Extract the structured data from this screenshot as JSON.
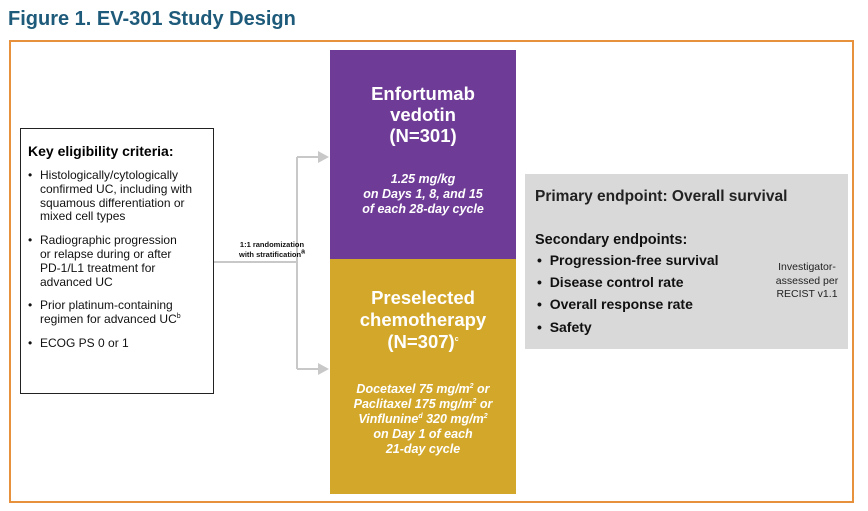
{
  "figure": {
    "title": "Figure 1. EV-301 Study Design"
  },
  "eligibility": {
    "heading": "Key eligibility criteria:",
    "items": [
      [
        "Histologically/cytologically",
        "confirmed UC, including with",
        "squamous differentiation or",
        "mixed cell types"
      ],
      [
        "Radiographic progression",
        "or relapse during or after",
        "PD-1/L1 treatment for",
        "advanced UC"
      ],
      [
        "Prior platinum-containing",
        "regimen for advanced UC"
      ],
      [
        "ECOG PS 0 or 1"
      ]
    ],
    "item3_sup": "b",
    "bullet": "•"
  },
  "randomization": {
    "line1": "1:1 randomization",
    "line2": "with stratification",
    "sup": "a"
  },
  "arm_ev": {
    "name_lines": [
      "Enfortumab",
      "vedotin",
      "(N=301)"
    ],
    "dose_lines": [
      "1.25 mg/kg",
      "on Days 1, 8, and 15",
      "of each 28-day cycle"
    ]
  },
  "arm_chemo": {
    "name_lines": [
      "Preselected",
      "chemotherapy",
      "(N=307)"
    ],
    "name_sup": "c",
    "dose": {
      "docetaxel": "Docetaxel 75 mg/m",
      "docetaxel_tail": " or",
      "paclitaxel": "Paclitaxel 175 mg/m",
      "paclitaxel_tail": " or",
      "vinflunine": "Vinflunine",
      "vinflunine_sup": "d",
      "vinflunine_dose": " 320 mg/m",
      "sq": "2",
      "line4": "on Day 1 of each",
      "line5": "21-day cycle"
    }
  },
  "endpoints": {
    "primary": "Primary endpoint: Overall survival",
    "secondary_heading": "Secondary endpoints:",
    "bullet": "•",
    "secondary": [
      "Progression-free survival",
      "Disease control rate",
      "Overall response rate",
      "Safety"
    ],
    "investigator_lines": [
      "Investigator-",
      "assessed per",
      "RECIST v1.1"
    ]
  },
  "colors": {
    "title": "#1e5a7a",
    "frame": "#e8913c",
    "ev_arm": "#6e3b96",
    "chemo_arm": "#d2a72a",
    "endpoints_bg": "#d9d9d9",
    "arrow": "#c8c8c8"
  }
}
